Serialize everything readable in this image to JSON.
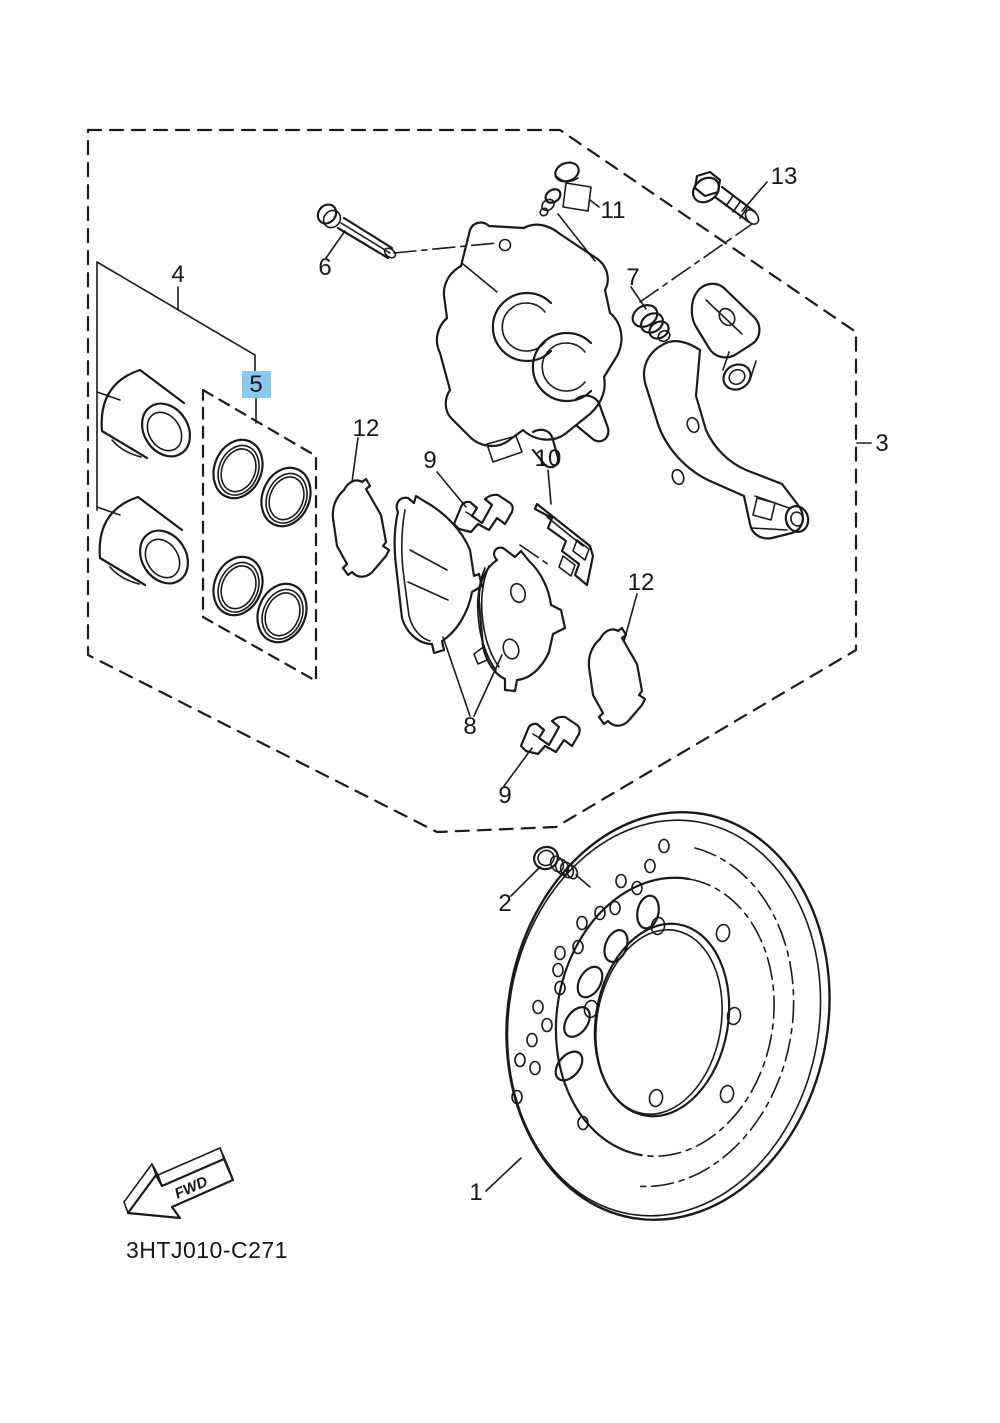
{
  "diagram": {
    "code": "3HTJ010-C271",
    "fwd": "FWD",
    "colors": {
      "line": "#1a1a1a",
      "background": "#ffffff",
      "highlight": "#8cc7ec",
      "highlight_text": "#15486b"
    },
    "callouts": {
      "c1": "1",
      "c2": "2",
      "c3": "3",
      "c4": "4",
      "c5": "5",
      "c6": "6",
      "c7": "7",
      "c8": "8",
      "c9a": "9",
      "c9b": "9",
      "c10": "10",
      "c11": "11",
      "c12a": "12",
      "c12b": "12",
      "c13": "13"
    }
  }
}
